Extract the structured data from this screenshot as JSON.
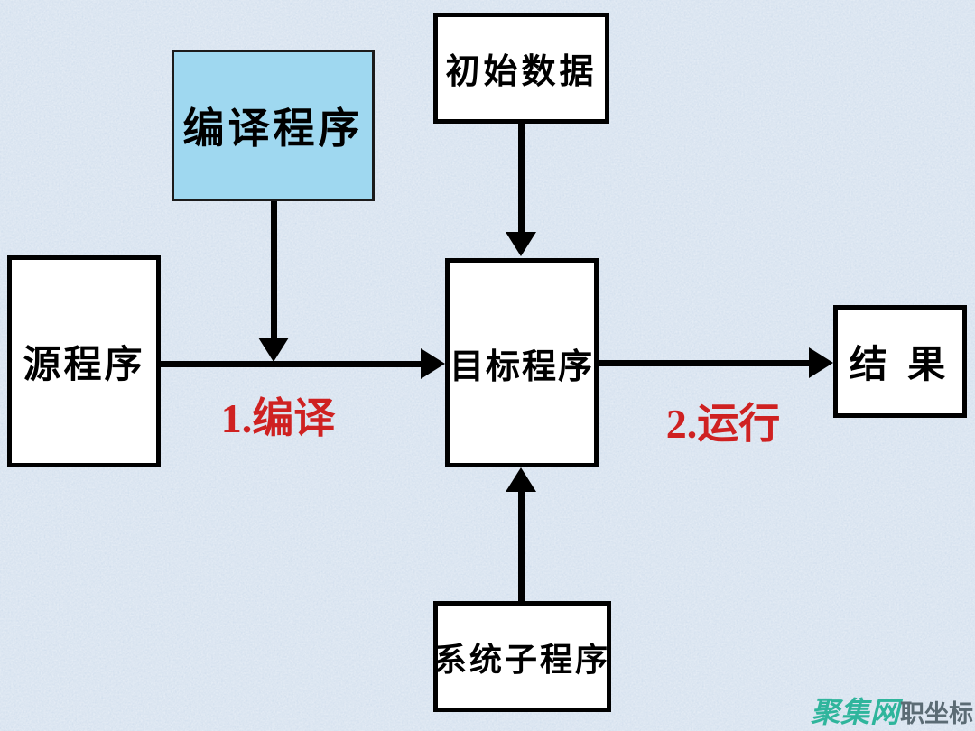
{
  "background": {
    "base_color": "#cbdaeb",
    "texture": "mottled-paper"
  },
  "diagram": {
    "nodes": {
      "compiler": {
        "label": "编译程序",
        "fill": "#9fd8f0",
        "border": "#1b1b1b"
      },
      "initial_data": {
        "label": "初始数据",
        "fill": "#ffffff",
        "border": "#000000"
      },
      "source": {
        "label": "源程序",
        "fill": "#ffffff",
        "border": "#000000"
      },
      "target": {
        "label": "目标程序",
        "fill": "#ffffff",
        "border": "#000000"
      },
      "result": {
        "label": "结 果",
        "fill": "#ffffff",
        "border": "#000000"
      },
      "system_sub": {
        "label": "系统子程序",
        "fill": "#ffffff",
        "border": "#000000"
      }
    },
    "edges": [
      {
        "from": "source",
        "to": "target",
        "direction": "right",
        "label": "1.编译"
      },
      {
        "from": "compiler",
        "to": "edge-source-target",
        "direction": "down",
        "label": ""
      },
      {
        "from": "initial_data",
        "to": "target",
        "direction": "down",
        "label": ""
      },
      {
        "from": "system_sub",
        "to": "target",
        "direction": "up",
        "label": ""
      },
      {
        "from": "target",
        "to": "result",
        "direction": "right",
        "label": "2.运行"
      }
    ],
    "step_labels": {
      "step1": {
        "text": "1.编译",
        "color": "#cf2121"
      },
      "step2": {
        "text": "2.运行",
        "color": "#cf2121"
      }
    }
  },
  "watermark": {
    "brand": "聚集网",
    "brand_color": "#2fb59c",
    "suffix": "职坐标",
    "suffix_color": "#5b6b74"
  }
}
